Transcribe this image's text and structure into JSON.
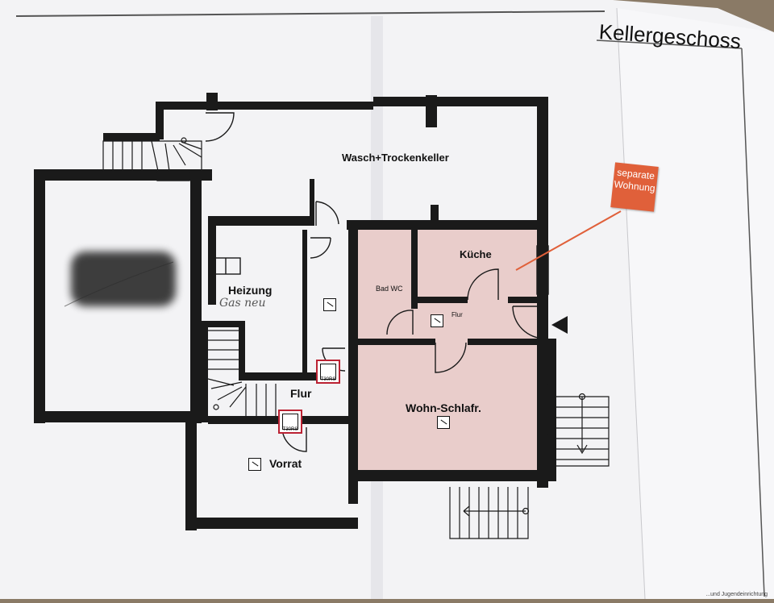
{
  "plan": {
    "title": "Kellergeschoss",
    "note": "separate Wohnung",
    "fire_door_label": "T30RS",
    "rooms": {
      "wasch": "Wasch+Trockenkeller",
      "kueche": "Küche",
      "badwc": "Bad WC",
      "flur_small": "Flur",
      "heizung": "Heizung",
      "heizung_note": "Gas neu",
      "flur": "Flur",
      "wohn": "Wohn-Schlafr.",
      "vorrat": "Vorrat"
    },
    "footer_text": "...und Jugendeinrichtung",
    "colors": {
      "apartment_fill": "#e9cdcb",
      "sticker": "#e0603a",
      "wall": "#1a1a1a",
      "paper": "#f3f3f5"
    }
  }
}
